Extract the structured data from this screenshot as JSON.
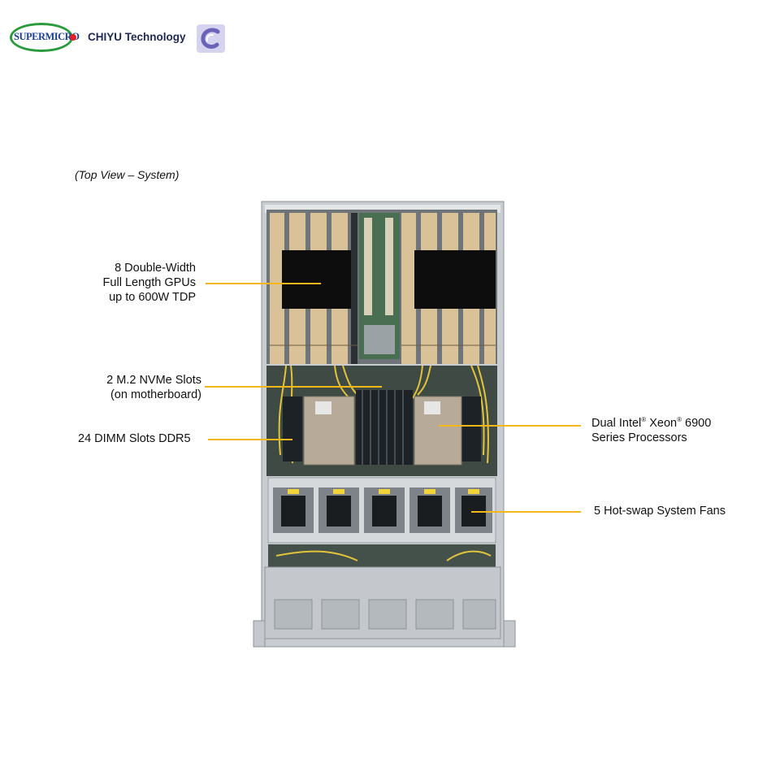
{
  "header": {
    "brand_logo_text": "SUPERMICRO",
    "company_name": "CHIYU Technology"
  },
  "view_title": "(Top View – System)",
  "callouts": {
    "gpus": [
      "8 Double-Width",
      "Full Length GPUs",
      "up to 600W TDP"
    ],
    "m2": [
      "2 M.2 NVMe Slots",
      "(on motherboard)"
    ],
    "dimm": [
      "24 DIMM Slots DDR5"
    ],
    "cpu": [
      "Dual Intel",
      "Xeon",
      "6900",
      "Series Processors"
    ],
    "cpu_mark": "®",
    "fans": [
      "5 Hot-swap System Fans"
    ]
  },
  "colors": {
    "leader": "#f3b71b",
    "brand_green": "#2a9b3c",
    "brand_blue": "#1b3f8f",
    "gpu_gold": "#d9c198",
    "gpu_black": "#0d0d0d",
    "chassis": "#c9cdd1"
  }
}
